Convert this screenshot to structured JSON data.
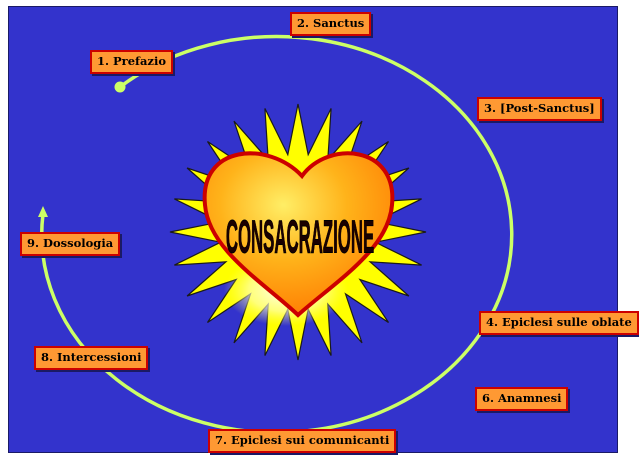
{
  "slide": {
    "background_color": "#3333cc",
    "center_word": "CONSACRAZIONE",
    "center_icon": "sun-burst-with-heart",
    "colors": {
      "ring": "#ccff66",
      "sun": "#ffff00",
      "heart": "#ff9900",
      "heart_outline": "#cc0000",
      "label_fill": "#ff9933",
      "label_border": "#cc0000"
    }
  },
  "steps": [
    {
      "label": "1. Prefazio"
    },
    {
      "label": "2. Sanctus"
    },
    {
      "label": "3. [Post-Sanctus]"
    },
    {
      "label": "4. Epiclesi sulle oblate"
    },
    {
      "label": "6. Anamnesi"
    },
    {
      "label": "7. Epiclesi sui comunicanti"
    },
    {
      "label": "8. Intercessioni"
    },
    {
      "label": "9. Dossologia"
    }
  ]
}
